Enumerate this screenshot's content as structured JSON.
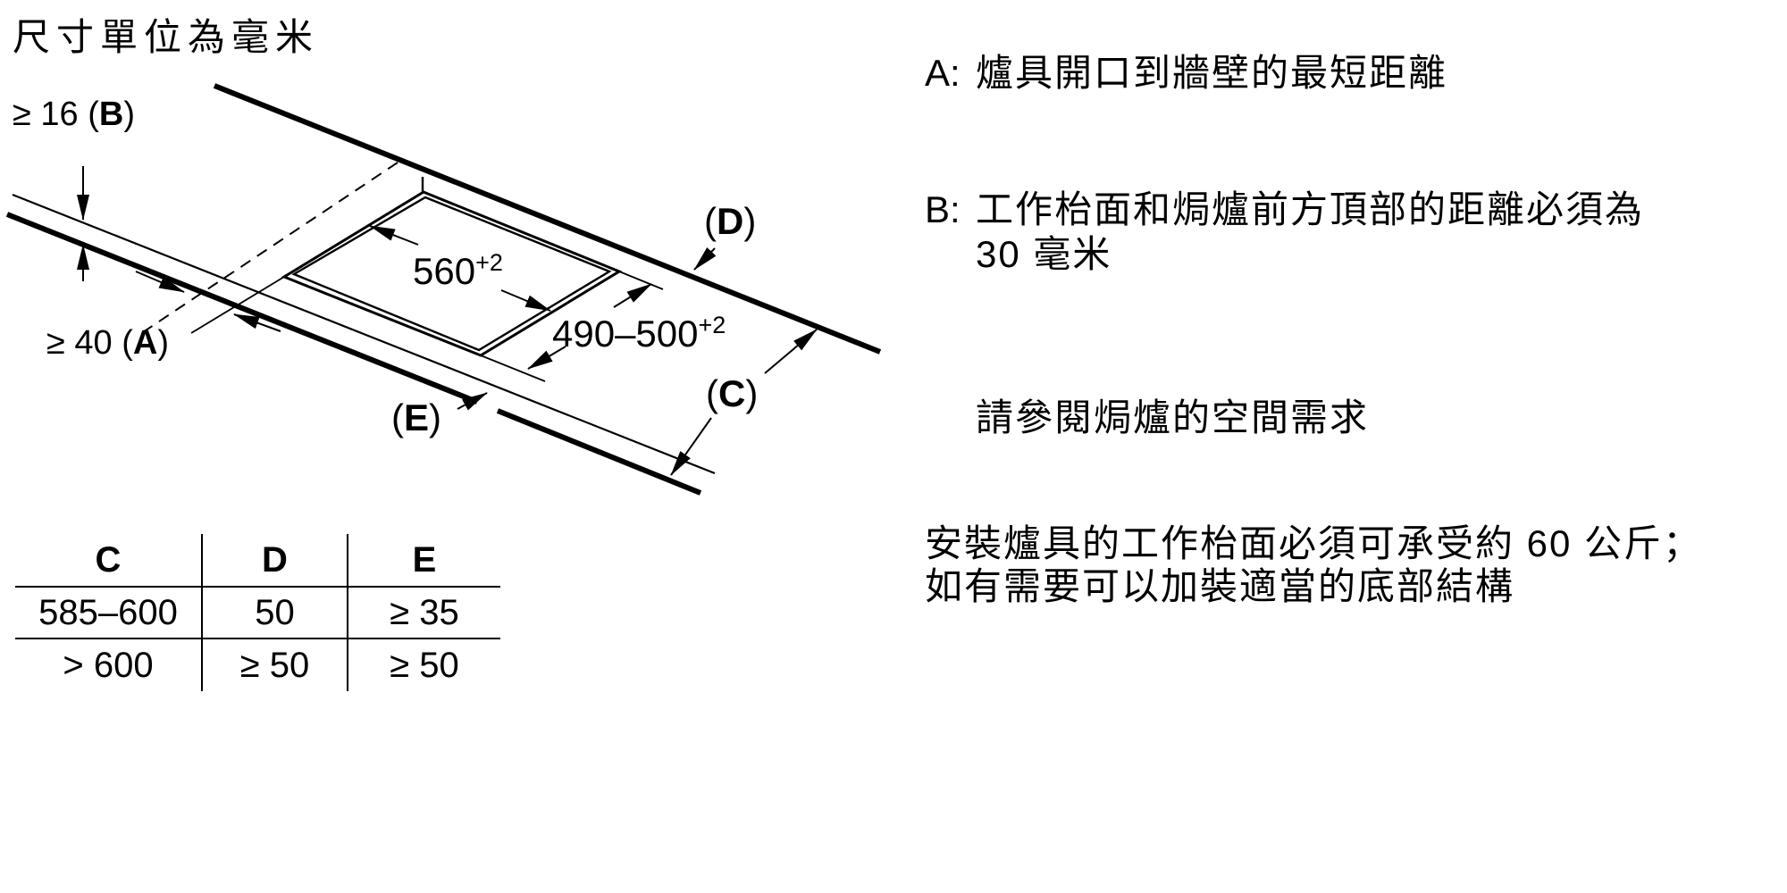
{
  "title": "尺寸單位為毫米",
  "diagram": {
    "dim_b": {
      "prefix": "≥ 16 (",
      "letter": "B",
      "suffix": ")"
    },
    "dim_a": {
      "prefix": "≥ 40 (",
      "letter": "A",
      "suffix": ")"
    },
    "cutout_width": {
      "value": "560",
      "tolerance": "+2"
    },
    "cutout_depth": {
      "value": "490–500",
      "tolerance": "+2"
    },
    "label_c": {
      "prefix": "(",
      "letter": "C",
      "suffix": ")"
    },
    "label_d": {
      "prefix": "(",
      "letter": "D",
      "suffix": ")"
    },
    "label_e": {
      "prefix": "(",
      "letter": "E",
      "suffix": ")"
    }
  },
  "table": {
    "headers": [
      "C",
      "D",
      "E"
    ],
    "rows": [
      [
        "585–600",
        "50",
        "≥ 35"
      ],
      [
        "> 600",
        "≥ 50",
        "≥ 50"
      ]
    ]
  },
  "notes": {
    "a_label": "A:",
    "a_text": "爐具開口到牆壁的最短距離",
    "b_label": "B:",
    "b_line1": "工作枱面和焗爐前方頂部的距離必須為",
    "b_line2": "30 毫米",
    "oven_note": "請參閱焗爐的空間需求",
    "load_line1": "安裝爐具的工作枱面必須可承受約 60 公斤；",
    "load_line2": "如有需要可以加裝適當的底部結構"
  }
}
